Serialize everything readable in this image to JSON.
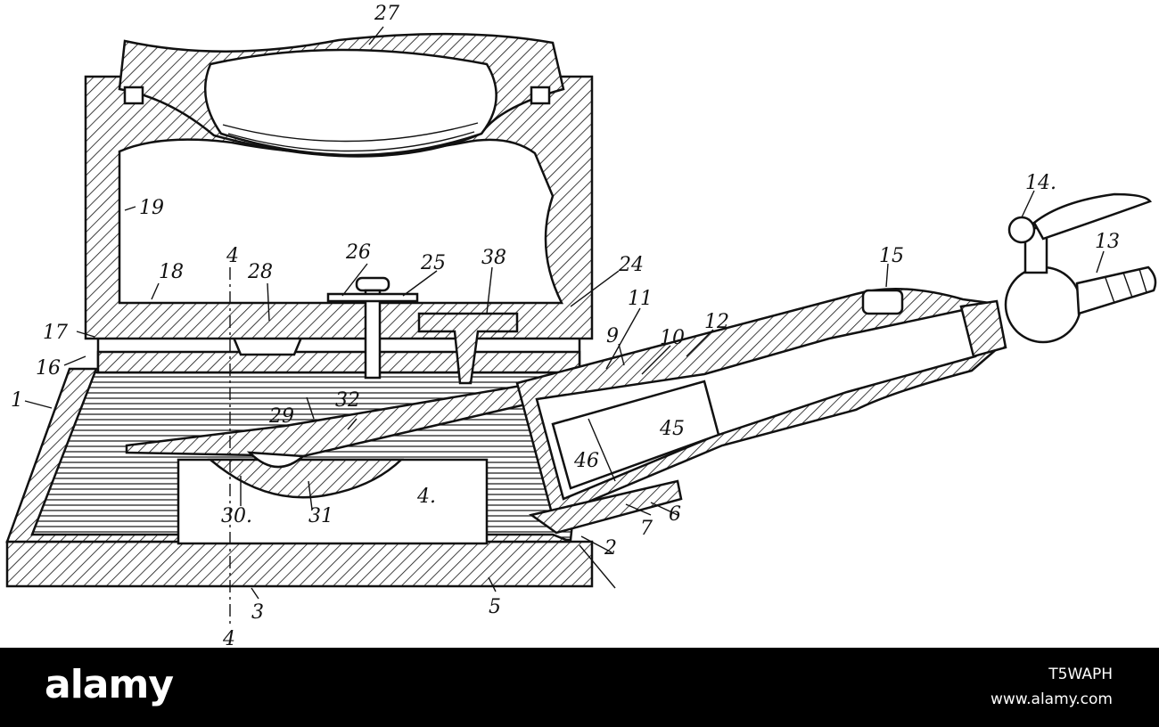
{
  "diagram": {
    "labels": [
      {
        "id": "27",
        "text": "27"
      },
      {
        "id": "19",
        "text": "19"
      },
      {
        "id": "18",
        "text": "18"
      },
      {
        "id": "4a",
        "text": "4"
      },
      {
        "id": "28",
        "text": "28"
      },
      {
        "id": "26",
        "text": "26"
      },
      {
        "id": "25",
        "text": "25"
      },
      {
        "id": "38",
        "text": "38"
      },
      {
        "id": "24",
        "text": "24"
      },
      {
        "id": "11",
        "text": "11"
      },
      {
        "id": "9",
        "text": "9"
      },
      {
        "id": "10",
        "text": "10"
      },
      {
        "id": "12",
        "text": "12"
      },
      {
        "id": "15",
        "text": "15"
      },
      {
        "id": "14",
        "text": "14."
      },
      {
        "id": "13",
        "text": "13"
      },
      {
        "id": "17",
        "text": "17"
      },
      {
        "id": "16",
        "text": "16"
      },
      {
        "id": "1",
        "text": "1"
      },
      {
        "id": "29",
        "text": "29"
      },
      {
        "id": "32",
        "text": "32"
      },
      {
        "id": "45",
        "text": "45"
      },
      {
        "id": "46",
        "text": "46"
      },
      {
        "id": "30",
        "text": "30."
      },
      {
        "id": "31",
        "text": "31"
      },
      {
        "id": "4b",
        "text": "4."
      },
      {
        "id": "6",
        "text": "6"
      },
      {
        "id": "7",
        "text": "7"
      },
      {
        "id": "2",
        "text": "2"
      },
      {
        "id": "3",
        "text": "3"
      },
      {
        "id": "5",
        "text": "5"
      },
      {
        "id": "4c",
        "text": "4"
      }
    ]
  },
  "footer": {
    "brand": "alamy",
    "image_id": "T5WAPH",
    "site": "www.alamy.com"
  },
  "colors": {
    "ink": "#111111",
    "paper": "#ffffff",
    "footer_bg": "#000000",
    "footer_text": "#ffffff"
  }
}
